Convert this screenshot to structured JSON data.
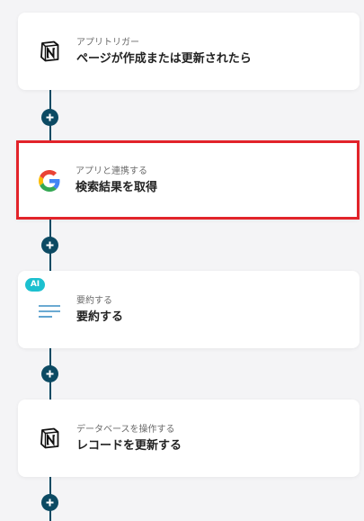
{
  "flow": {
    "steps": [
      {
        "subtitle": "アプリトリガー",
        "title": "ページが作成または更新されたら",
        "icon": "notion-icon"
      },
      {
        "subtitle": "アプリと連携する",
        "title": "検索結果を取得",
        "icon": "google-icon"
      },
      {
        "subtitle": "要約する",
        "title": "要約する",
        "icon": "summarize-lines-icon",
        "badge": "AI"
      },
      {
        "subtitle": "データベースを操作する",
        "title": "レコードを更新する",
        "icon": "notion-icon"
      }
    ]
  },
  "colors": {
    "background": "#f4f4f6",
    "connector": "#0c4a63",
    "selected_border": "#e2232a",
    "ai_badge": "#1cc0cf"
  }
}
